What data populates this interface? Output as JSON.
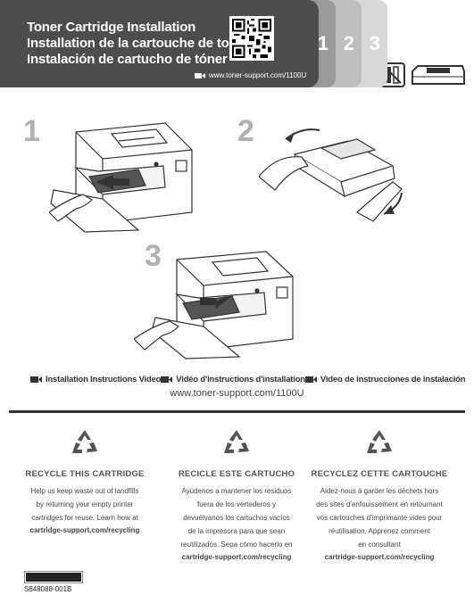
{
  "header": {
    "titles": [
      "Toner Cartridge Installation",
      "Installation de la cartouche de toner",
      "Instalación de cartucho de tóner"
    ],
    "url": "www.toner-support.com/1100U",
    "step_tabs": [
      "1",
      "2",
      "3"
    ]
  },
  "icons": {
    "warnings": [
      "no-touch-drum-icon",
      "no-sunlight-icon",
      "no-vertical-icon"
    ],
    "cartridge": "toner-cartridge-icon"
  },
  "steps": [
    "1",
    "2",
    "3"
  ],
  "videos": {
    "labels": [
      "Installation Instructions Video",
      "Vidéo d'instructions d'installation",
      "Video de instrucciones de instalación"
    ],
    "url": "www.toner-support.com/1100U"
  },
  "recycle": [
    {
      "heading": "RECYCLE THIS CARTRIDGE",
      "body": "Help us keep waste out of landfills\nby returning your empty printer\ncartridges for reuse. Learn how at",
      "link": "cartridge-support.com/recycling"
    },
    {
      "heading": "RECICLE ESTE CARTUCHO",
      "body": "Ayúdenos a mantener los residuos\nfuera de los vertederos y\ndevuélvanos los cartuchos vacíos\nde la impresora para que sean\nreutilizados. Sepa cómo hacerlo en",
      "link": "cartridge-support.com/recycling"
    },
    {
      "heading": "RECYCLEZ CETTE CARTOUCHE",
      "body": "Aidez-nous à garder les déchets hors\ndes sites d'enfouissement en retournant\nvos cartouches d'imprimante vides pour\nréutilisation. Apprenez comment\nen consultant",
      "link": "cartridge-support.com/recycling"
    }
  ],
  "part_number": "S848088-001B",
  "colors": {
    "header_bg": "#4d4d4d",
    "tab1": "#9a9a9a",
    "tab2": "#bdbdbd",
    "tab3": "#d8d8d8",
    "step_number": "#b0b0b0"
  }
}
